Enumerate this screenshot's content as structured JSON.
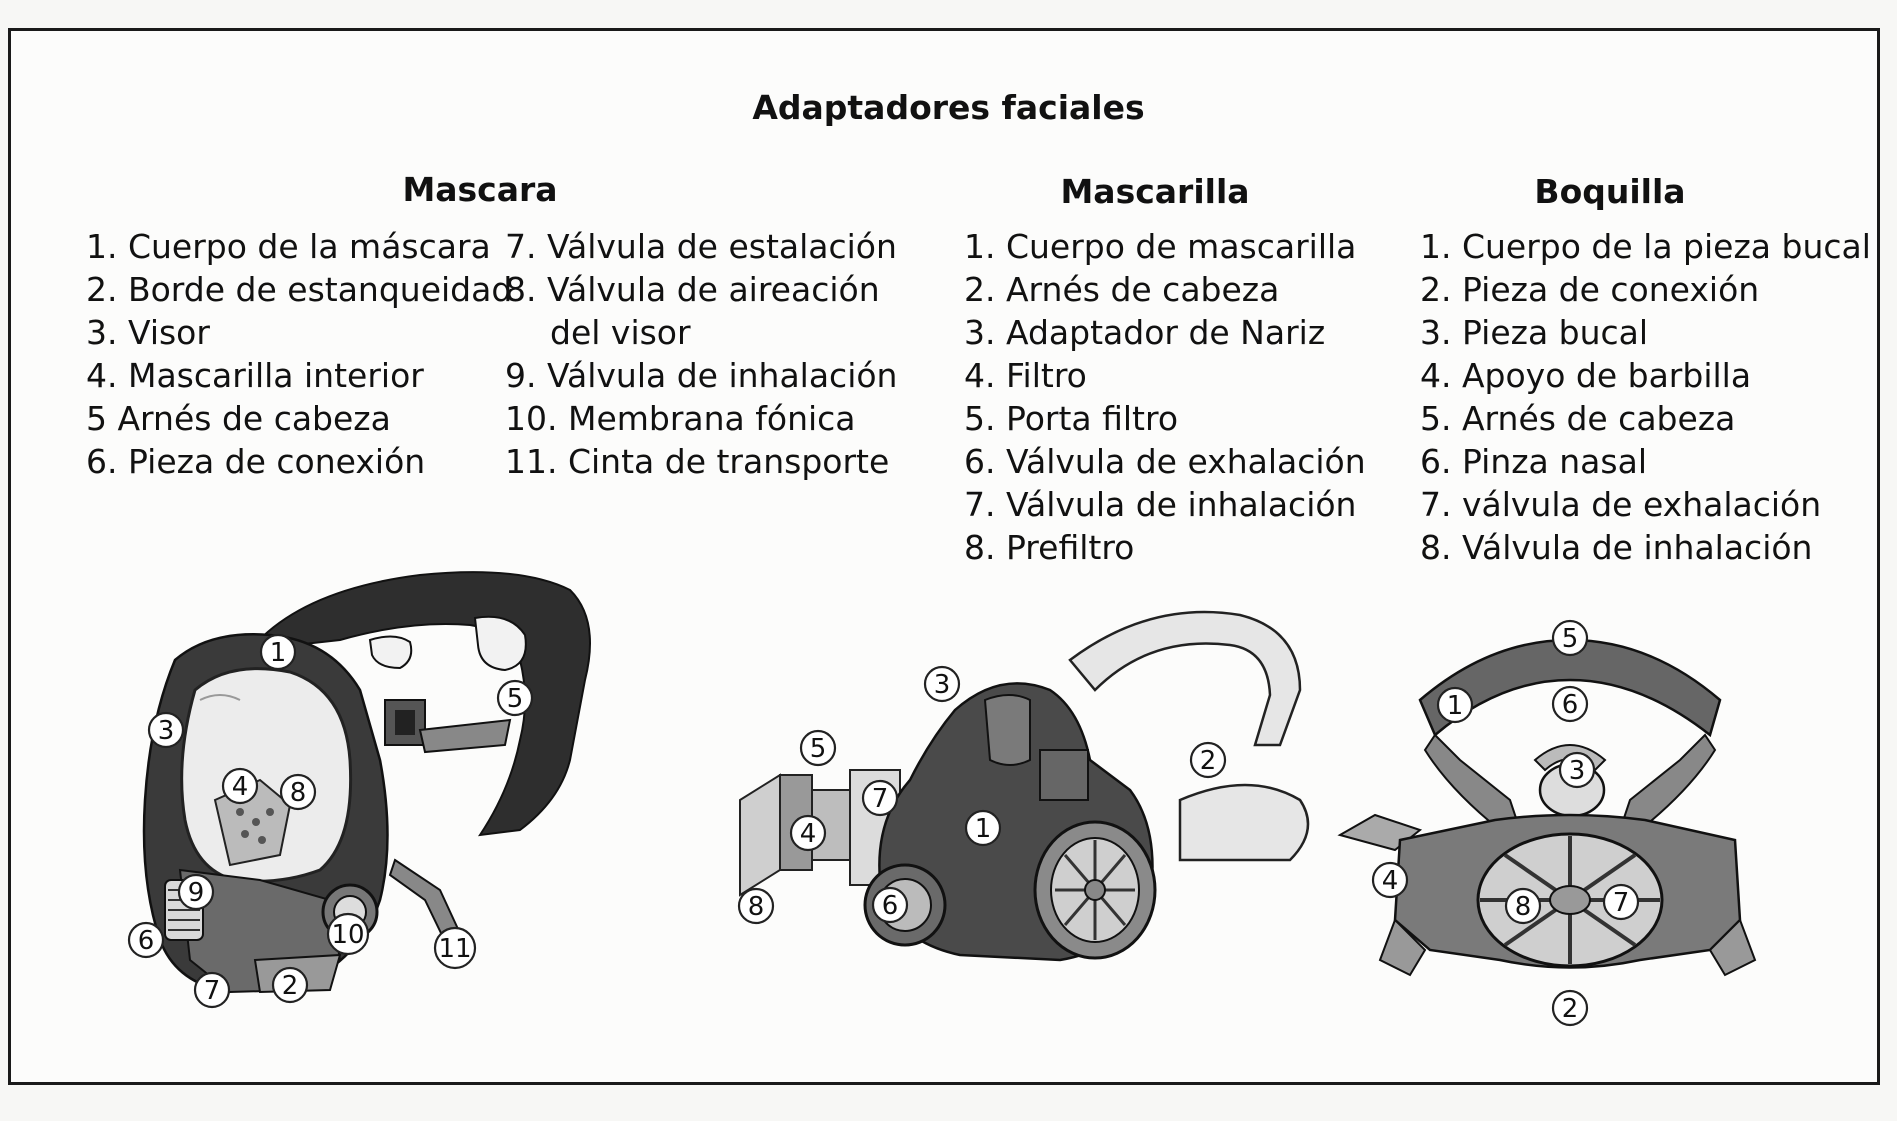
{
  "title": "Adaptadores faciales",
  "mascara": {
    "heading": "Mascara",
    "items_left": [
      "1. Cuerpo de la máscara",
      "2. Borde de estanqueidad",
      "3. Visor",
      "4. Mascarilla interior",
      "5 Arnés de cabeza",
      "6. Pieza de conexión"
    ],
    "items_right": [
      "7. Válvula de estalación",
      "8. Válvula de aireación",
      "del visor",
      "9. Válvula de inhalación",
      "10. Membrana fónica",
      "11. Cinta de transporte"
    ]
  },
  "mascarilla": {
    "heading": "Mascarilla",
    "items": [
      "1. Cuerpo de mascarilla",
      "2. Arnés de cabeza",
      "3. Adaptador de Nariz",
      "4. Filtro",
      "5. Porta filtro",
      "6. Válvula de exhalación",
      "7. Válvula de inhalación",
      "8. Prefiltro"
    ]
  },
  "boquilla": {
    "heading": "Boquilla",
    "items": [
      "1. Cuerpo de la pieza bucal",
      "2. Pieza de conexión",
      "3. Pieza bucal",
      "4. Apoyo de barbilla",
      "5. Arnés de cabeza",
      "6. Pinza nasal",
      "7. válvula de exhalación",
      "8. Válvula de inhalación"
    ]
  },
  "callouts": {
    "mascara": [
      "1",
      "3",
      "4",
      "8",
      "5",
      "9",
      "6",
      "10",
      "11",
      "7",
      "2"
    ],
    "mascarilla": [
      "3",
      "5",
      "2",
      "7",
      "4",
      "1",
      "6",
      "8"
    ],
    "boquilla": [
      "5",
      "1",
      "6",
      "3",
      "4",
      "8",
      "7",
      "2"
    ]
  }
}
